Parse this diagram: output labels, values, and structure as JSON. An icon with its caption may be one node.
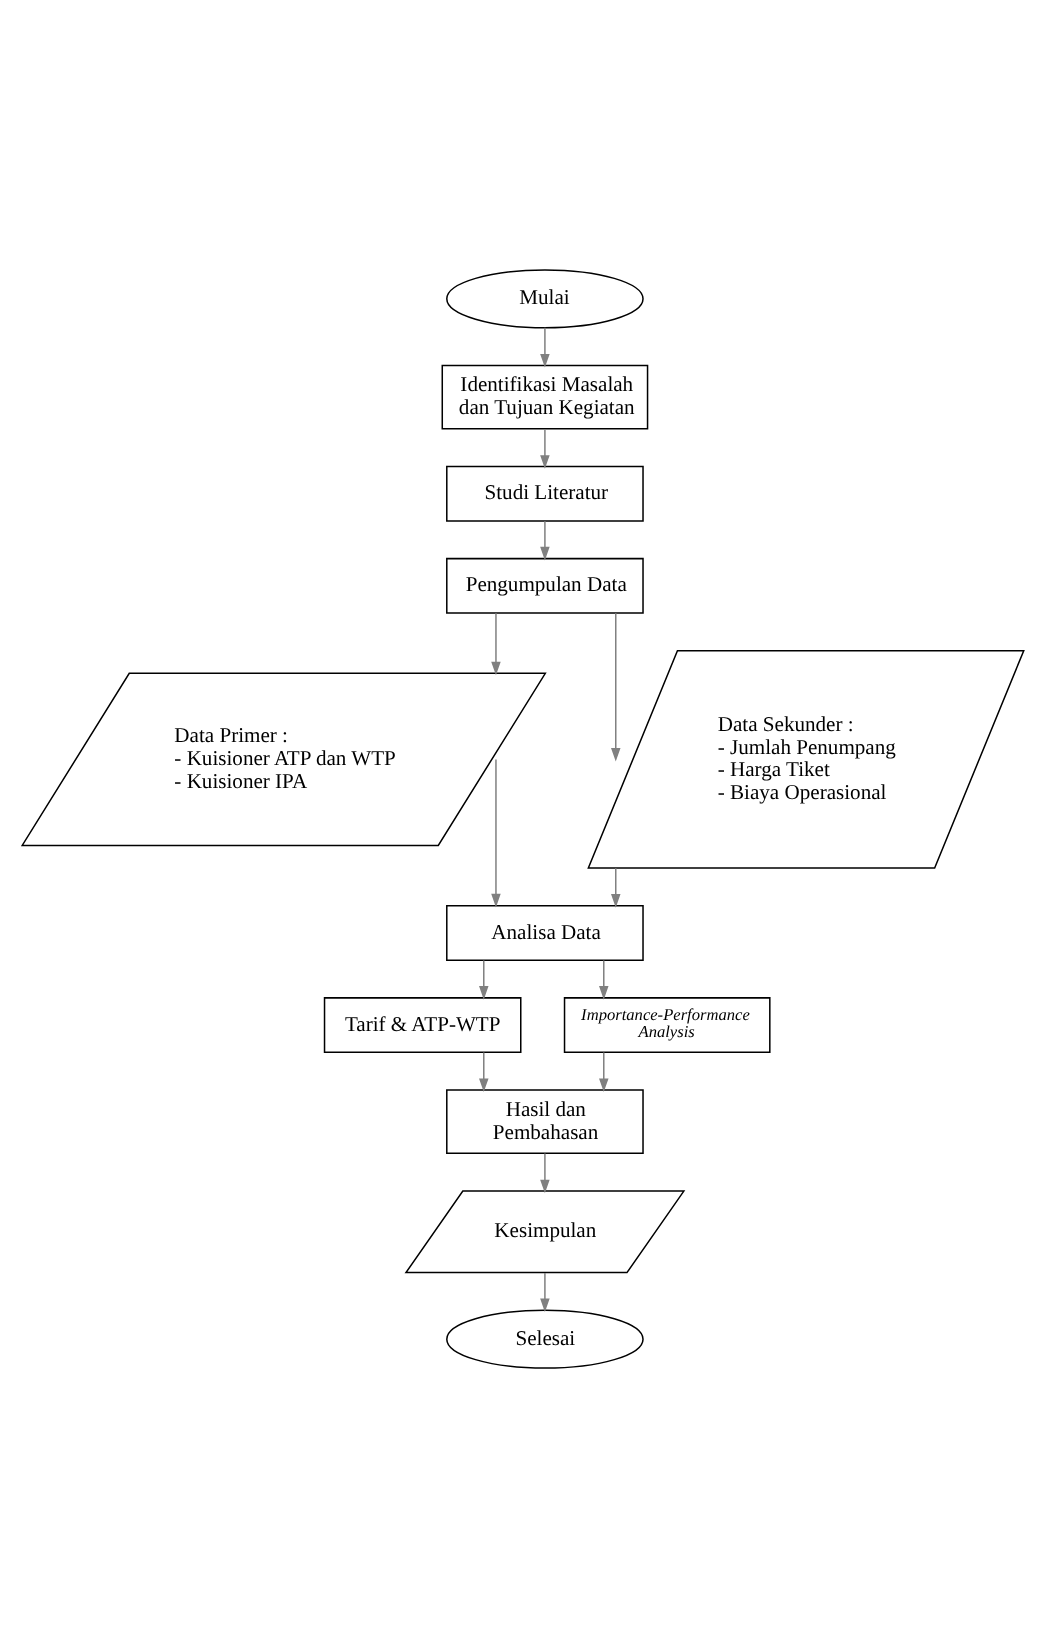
{
  "diagram": {
    "nodes": [
      {
        "text": [
          "Mulai"
        ]
      },
      {
        "text": [
          "Identifikasi Masalah dan Tujuan Kegiatan"
        ]
      },
      {
        "text": [
          "Studi Literatur"
        ]
      },
      {
        "text": [
          "Pengumpulan Data"
        ]
      },
      {
        "text": [
          "Data Primer :",
          "- Kuisioner ATP dan WTP",
          "- Kuisioner IPA"
        ]
      },
      {
        "text": [
          "Data Sekunder :",
          "- Jumlah Penumpang",
          "- Harga Tiket",
          "- Biaya Operasional"
        ]
      },
      {
        "text": [
          "Analisa Data"
        ]
      },
      {
        "text": [
          "Tarif & ATP-WTP"
        ]
      },
      {
        "text": [
          "Importance-Performance Analysis"
        ]
      },
      {
        "text": [
          "Hasil dan Pembahasan"
        ]
      },
      {
        "text": [
          "Kesimpulan"
        ]
      },
      {
        "text": [
          "Selesai"
        ]
      }
    ],
    "edges": [
      {
        "from": 0,
        "to": 1,
        "arrow": "to"
      },
      {
        "from": 1,
        "to": 2,
        "arrow": "to"
      },
      {
        "from": 2,
        "to": 3,
        "arrow": "to"
      },
      {
        "from": 3,
        "to": 4,
        "arrow": "to"
      },
      {
        "from": 3,
        "to": 5,
        "arrow": "to"
      },
      {
        "from": 4,
        "to": 6,
        "arrow": "to"
      },
      {
        "from": 5,
        "to": 6,
        "arrow": "to"
      },
      {
        "from": 6,
        "to": 7,
        "arrow": "to"
      },
      {
        "from": 6,
        "to": 8,
        "arrow": "to"
      },
      {
        "from": 7,
        "to": 9,
        "arrow": "to"
      },
      {
        "from": 8,
        "to": 9,
        "arrow": "to"
      },
      {
        "from": 9,
        "to": 10,
        "arrow": "to"
      },
      {
        "from": 10,
        "to": 11,
        "arrow": "to"
      }
    ]
  }
}
